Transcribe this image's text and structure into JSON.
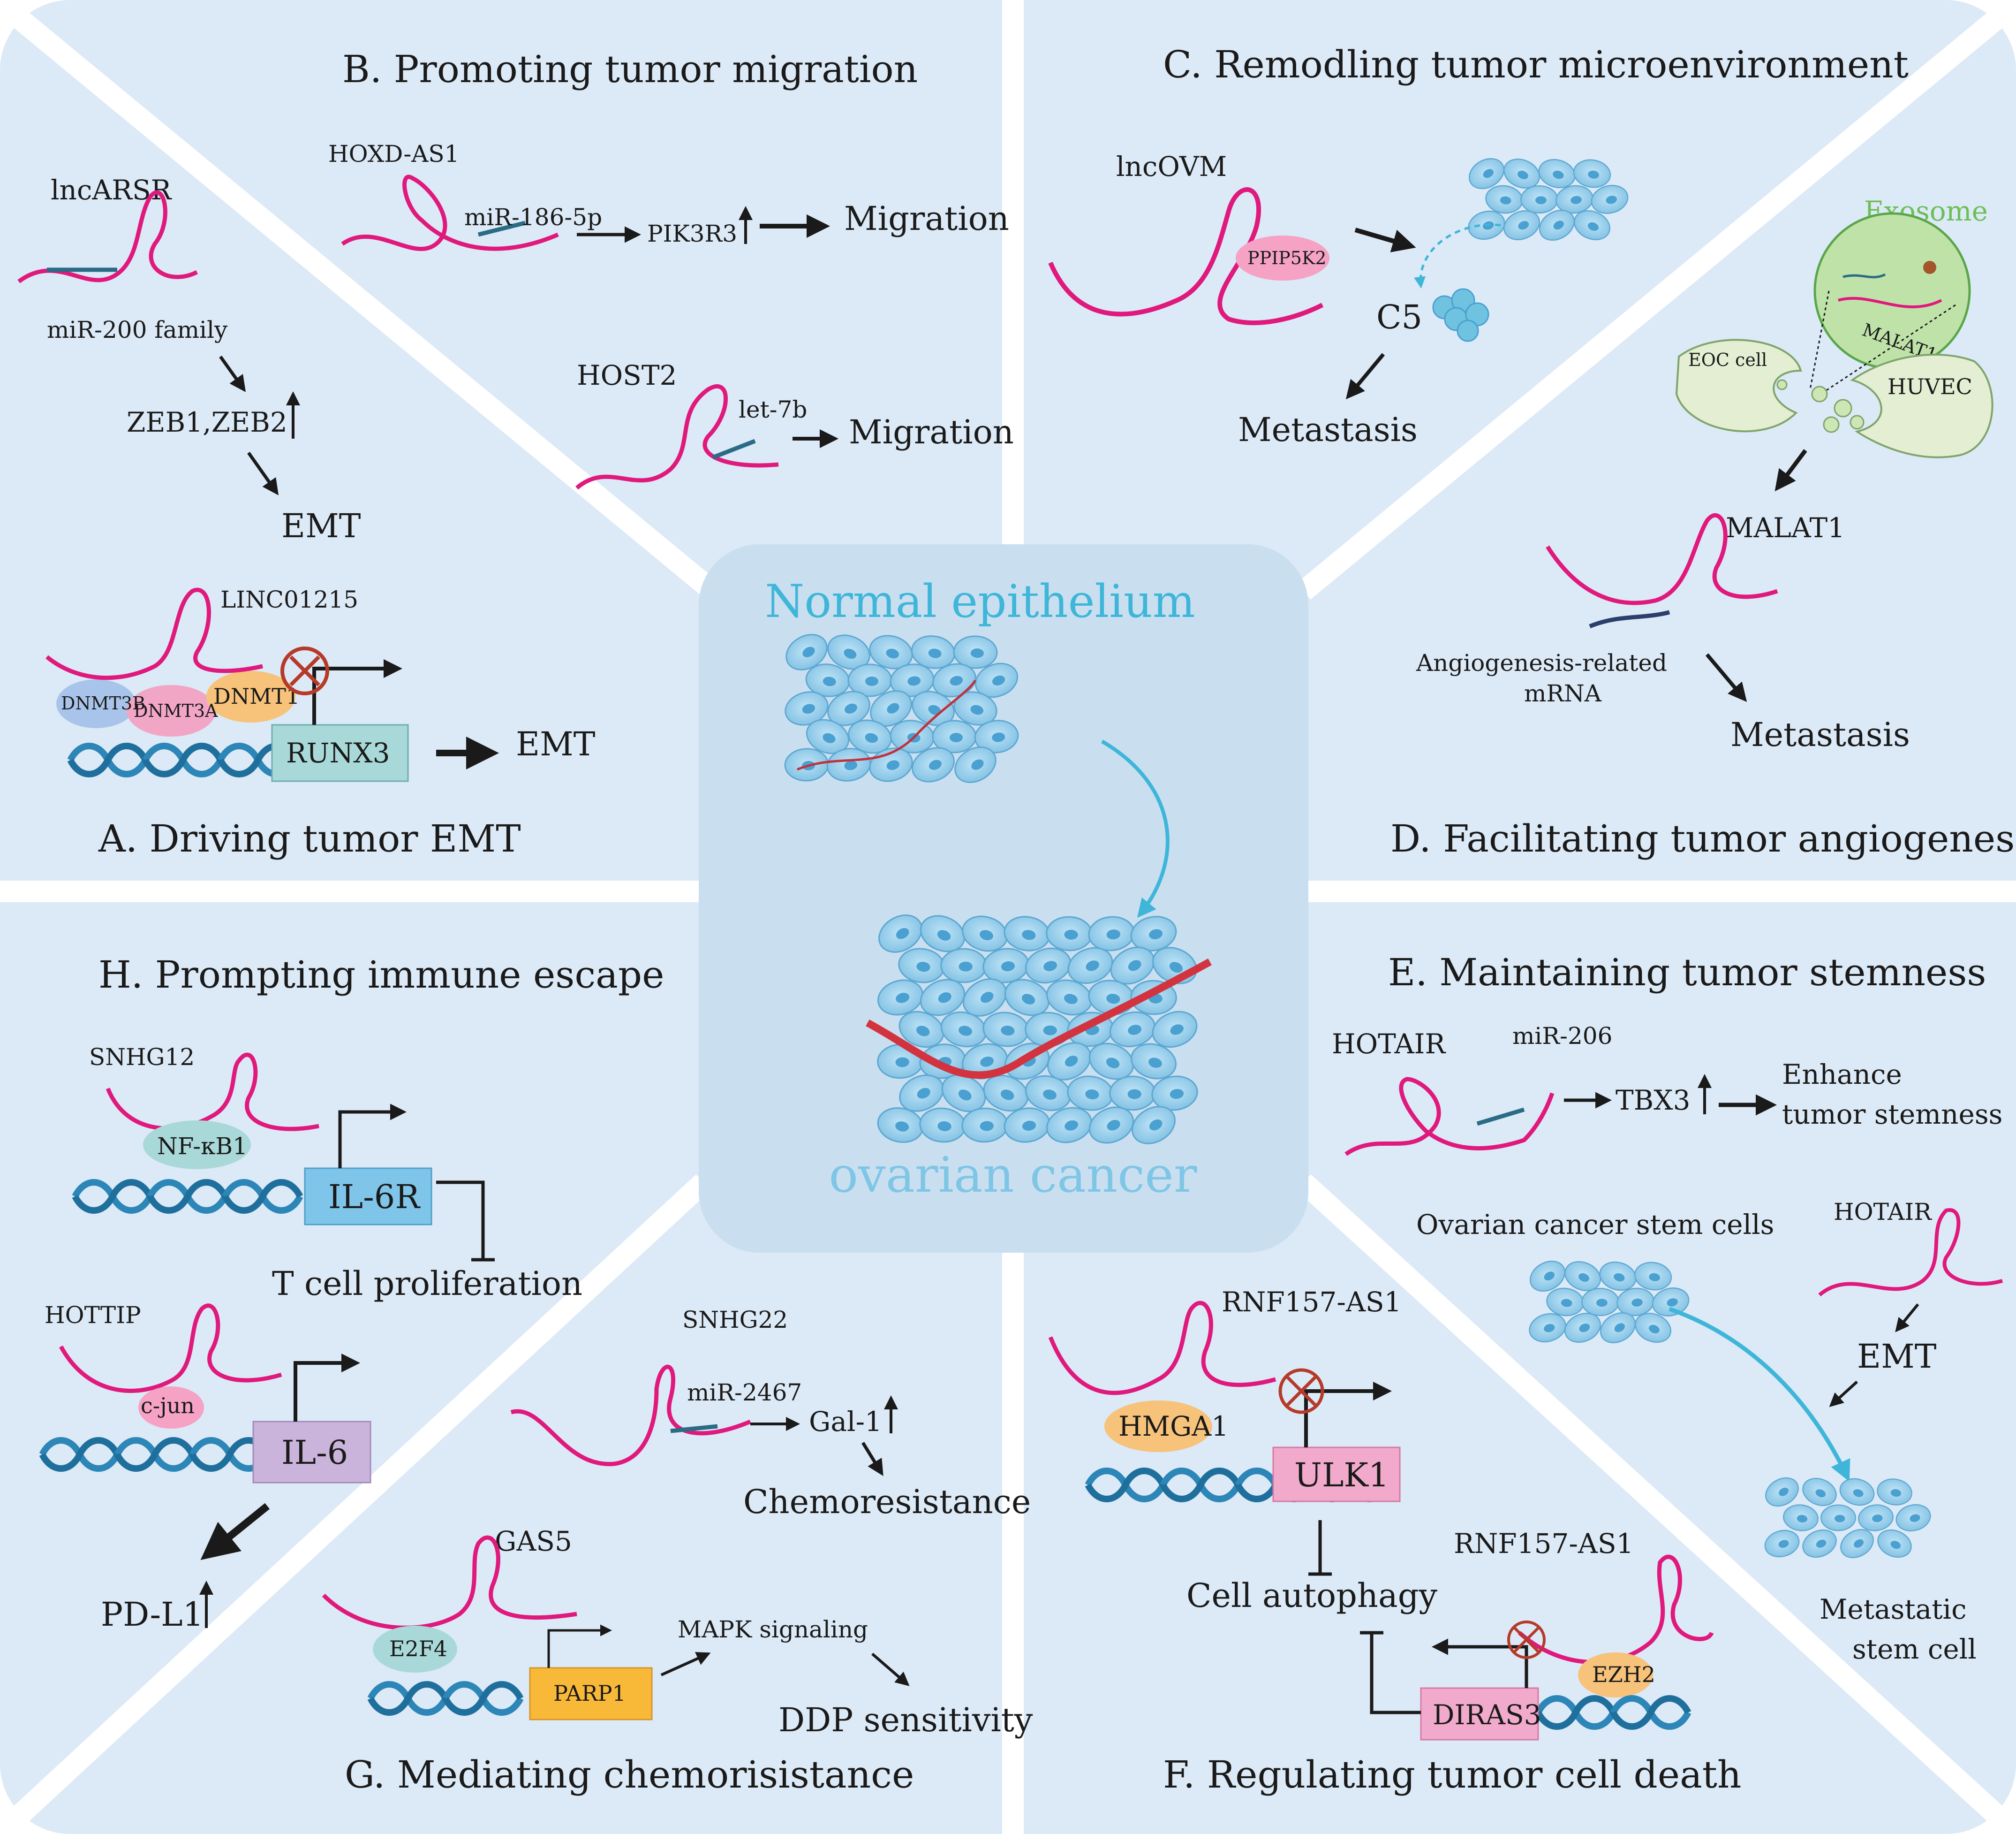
{
  "colors": {
    "panel_bg": "#dce9f6",
    "center_bg": "#c9dff0",
    "rna": "#e0197d",
    "dna": "#2c86b7",
    "cyan_text": "#3fb6d9",
    "exosome_text": "#6cbf56"
  },
  "center": {
    "top_label": "Normal epithelium",
    "bottom_label": "ovarian cancer"
  },
  "panels": {
    "A": {
      "title": "A. Driving tumor EMT",
      "lncARSR": "lncARSR",
      "mir200": "miR-200 family",
      "zeb": "ZEB1,ZEB2",
      "emt1": "EMT",
      "linc": "LINC01215",
      "dnmt3b": "DNMT3B",
      "dnmt3a": "DNMT3A",
      "dnmt1": "DNMT1",
      "runx3": "RUNX3",
      "emt2": "EMT"
    },
    "B": {
      "title": "B. Promoting tumor migration",
      "hoxd": "HOXD-AS1",
      "mir186": "miR-186-5p",
      "pik3r3": "PIK3R3",
      "migration1": "Migration",
      "host2": "HOST2",
      "let7b": "let-7b",
      "migration2": "Migration"
    },
    "C": {
      "title": "C. Remodling tumor microenvironment",
      "lncovm": "lncOVM",
      "ppip5k2": "PPIP5K2",
      "c5": "C5",
      "metastasis": "Metastasis"
    },
    "D": {
      "title": "D. Facilitating tumor angiogenesis",
      "exosome": "Exosome",
      "malat1_small": "MALAT1",
      "eoc": "EOC cell",
      "huvec": "HUVEC",
      "malat1": "MALAT1",
      "angio1": "Angiogenesis-related",
      "angio2": "mRNA",
      "metastasis": "Metastasis"
    },
    "E": {
      "title": "E. Maintaining tumor stemness",
      "hotair1": "HOTAIR",
      "mir206": "miR-206",
      "tbx3": "TBX3",
      "enhance1": "Enhance",
      "enhance2": "tumor stemness",
      "ocsc": "Ovarian cancer stem cells",
      "hotair2": "HOTAIR",
      "emt": "EMT",
      "meta1": "Metastatic",
      "meta2": "stem cell"
    },
    "F": {
      "title": "F. Regulating tumor cell death",
      "rnf1": "RNF157-AS1",
      "hmga1": "HMGA1",
      "ulk1": "ULK1",
      "autophagy": "Cell autophagy",
      "rnf2": "RNF157-AS1",
      "ezh2": "EZH2",
      "diras3": "DIRAS3"
    },
    "G": {
      "title": "G. Mediating chemorisistance",
      "snhg22": "SNHG22",
      "mir2467": "miR-2467",
      "gal1": "Gal-1",
      "chemo": "Chemoresistance",
      "gas5": "GAS5",
      "e2f4": "E2F4",
      "parp1": "PARP1",
      "mapk": "MAPK signaling",
      "ddp": "DDP sensitivity"
    },
    "H": {
      "title": "H. Prompting immune escape",
      "snhg12": "SNHG12",
      "nfkb1": "NF-κB1",
      "il6r": "IL-6R",
      "tcell": "T cell proliferation",
      "hottip": "HOTTIP",
      "cjun": "c-jun",
      "il6": "IL-6",
      "pdl1": "PD-L1"
    }
  }
}
